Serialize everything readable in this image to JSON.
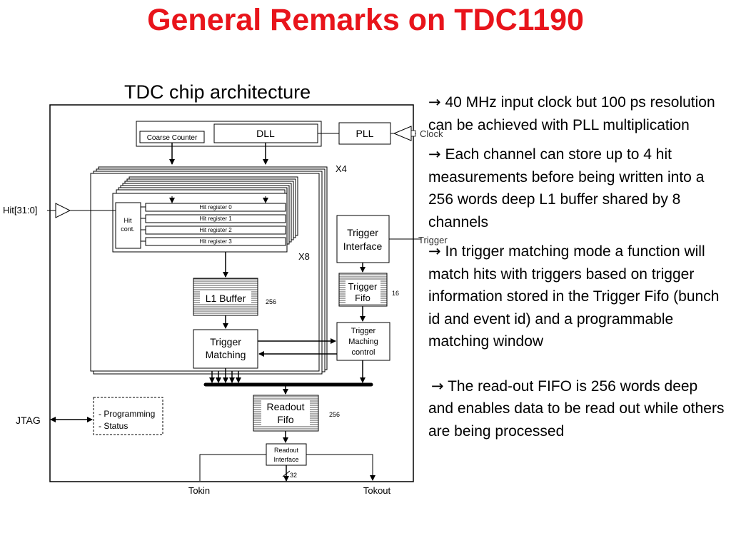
{
  "title": "General Remarks on TDC1190",
  "subtitle": "TDC chip architecture",
  "diagram": {
    "coarse_counter": "Coarse Counter",
    "dll": "DLL",
    "pll": "PLL",
    "clock": "Clock",
    "x4": "X4",
    "x8": "X8",
    "hit_input": "Hit[31:0]",
    "hit_cont_line1": "Hit",
    "hit_cont_line2": "cont.",
    "hit_registers": [
      "Hit register 0",
      "Hit register 1",
      "Hit register 2",
      "Hit register 3"
    ],
    "trigger_interface_line1": "Trigger",
    "trigger_interface_line2": "Interface",
    "trigger_input": "Trigger",
    "trigger_fifo_line1": "Trigger",
    "trigger_fifo_line2": "Fifo",
    "trigger_fifo_size": "16",
    "l1_buffer": "L1 Buffer",
    "l1_buffer_size": "256",
    "trigger_matching_line1": "Trigger",
    "trigger_matching_line2": "Matching",
    "matching_control_line1": "Trigger",
    "matching_control_line2": "Maching",
    "matching_control_line3": "control",
    "readout_fifo_line1": "Readout",
    "readout_fifo_line2": "Fifo",
    "readout_fifo_size": "256",
    "programming_line1": "- Programming",
    "programming_line2": "- Status",
    "jtag": "JTAG",
    "readout_interface_line1": "Readout",
    "readout_interface_line2": "Interface",
    "bus_width": "32",
    "tokin": "Tokin",
    "tokout": "Tokout"
  },
  "bullets": [
    {
      "arrow": "→",
      "text": " 40 MHz input clock but 100 ps resolution can be achieved with PLL multiplication"
    },
    {
      "arrow": "→",
      "text": " Each channel can store up to 4 hit measurements before being written into a 256 words deep L1 buffer shared by 8 channels"
    },
    {
      "arrow": "→",
      "text": " In trigger matching mode a function will match hits with triggers based on trigger information stored in the Trigger Fifo (bunch id and event id)  and a programmable matching window"
    },
    {
      "arrow": "→",
      "text": " The read-out FIFO is 256 words deep and enables data to be read out while others are being processed"
    }
  ]
}
